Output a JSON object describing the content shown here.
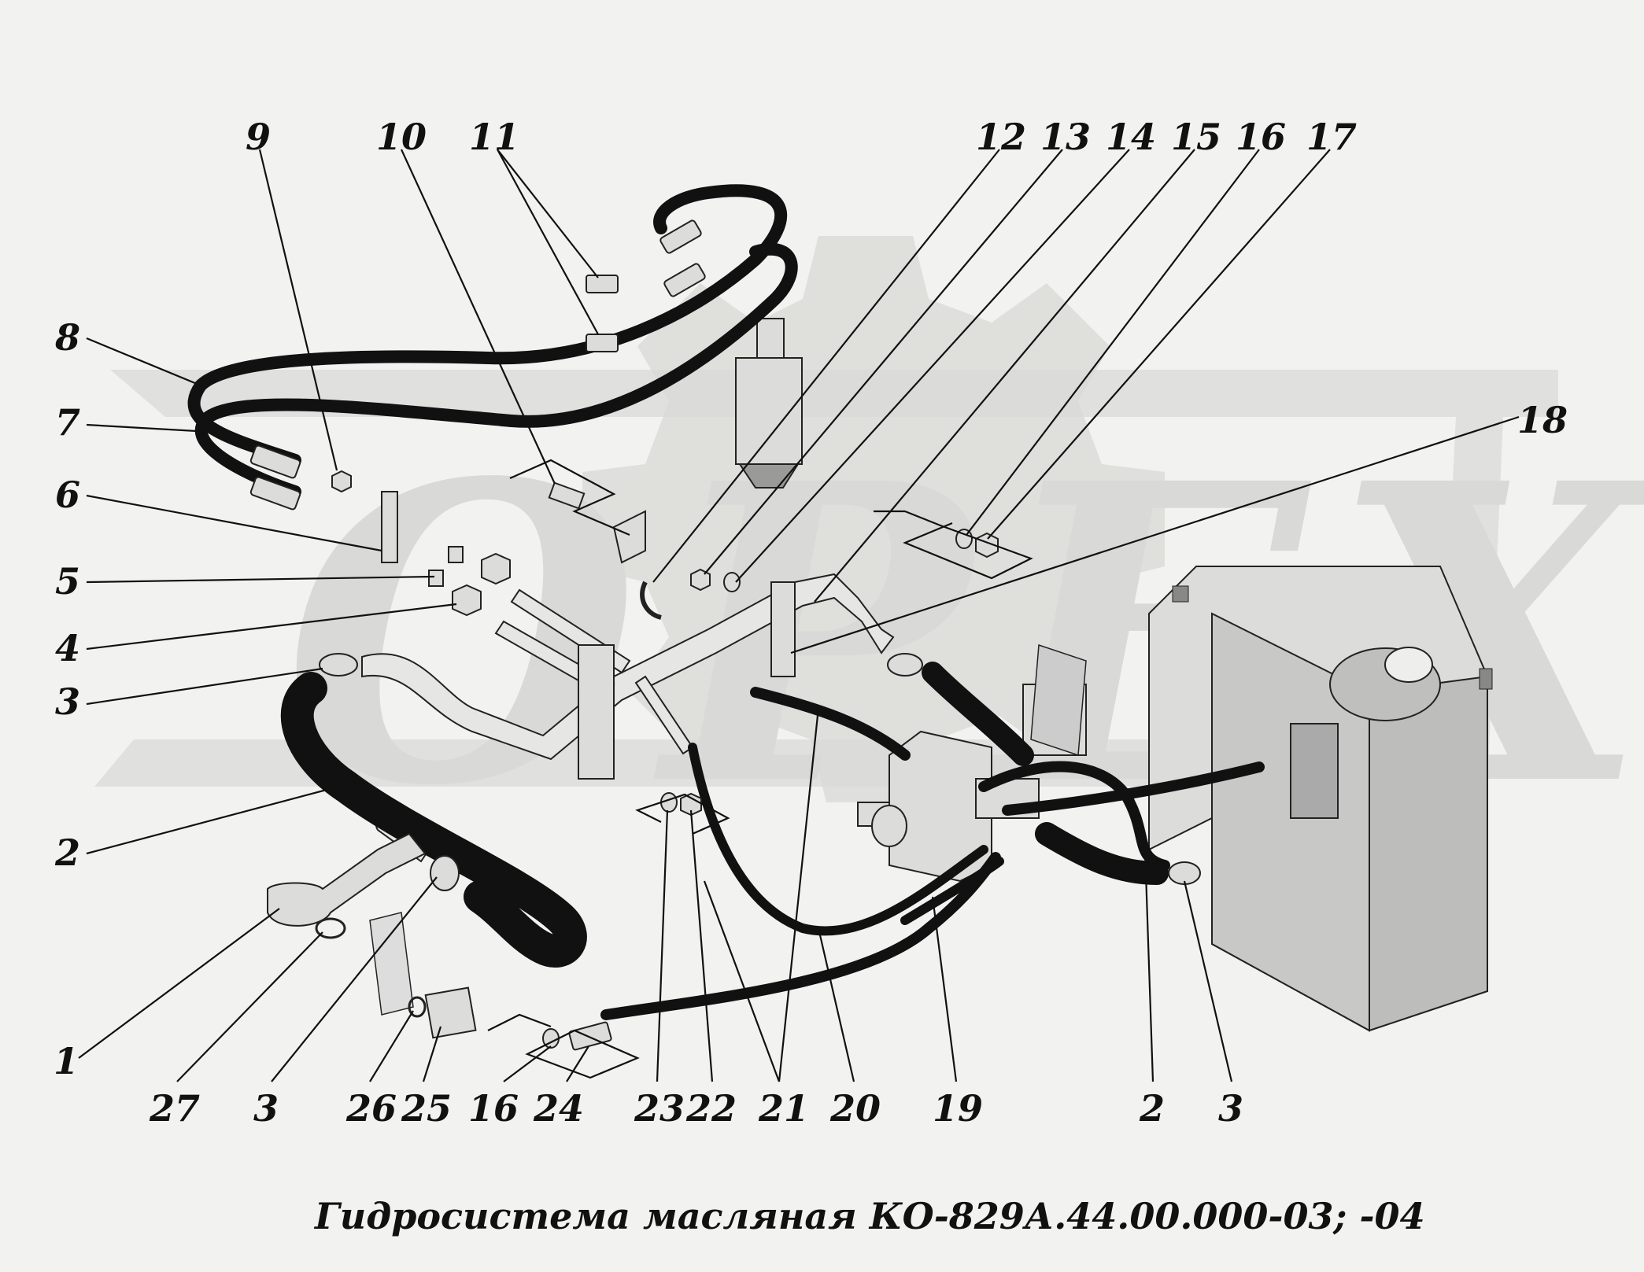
{
  "title": "Гидросистема масляная КО-829А.44.00.000-03; -04",
  "watermark": {
    "text": "OPEX",
    "color": "#d9d9d7"
  },
  "colors": {
    "background": "#f2f2f0",
    "ink": "#111111"
  },
  "callouts": [
    {
      "id": "c9",
      "label": "9"
    },
    {
      "id": "c10",
      "label": "10"
    },
    {
      "id": "c11",
      "label": "11"
    },
    {
      "id": "c12",
      "label": "12"
    },
    {
      "id": "c13",
      "label": "13"
    },
    {
      "id": "c14",
      "label": "14"
    },
    {
      "id": "c15",
      "label": "15"
    },
    {
      "id": "c16t",
      "label": "16"
    },
    {
      "id": "c17",
      "label": "17"
    },
    {
      "id": "c18",
      "label": "18"
    },
    {
      "id": "c8",
      "label": "8"
    },
    {
      "id": "c7",
      "label": "7"
    },
    {
      "id": "c6",
      "label": "6"
    },
    {
      "id": "c5",
      "label": "5"
    },
    {
      "id": "c4",
      "label": "4"
    },
    {
      "id": "c3l",
      "label": "3"
    },
    {
      "id": "c2l",
      "label": "2"
    },
    {
      "id": "c1",
      "label": "1"
    },
    {
      "id": "c27",
      "label": "27"
    },
    {
      "id": "c3b",
      "label": "3"
    },
    {
      "id": "c26",
      "label": "26"
    },
    {
      "id": "c25",
      "label": "25"
    },
    {
      "id": "c16b",
      "label": "16"
    },
    {
      "id": "c24",
      "label": "24"
    },
    {
      "id": "c23",
      "label": "23"
    },
    {
      "id": "c22",
      "label": "22"
    },
    {
      "id": "c21",
      "label": "21"
    },
    {
      "id": "c20",
      "label": "20"
    },
    {
      "id": "c19",
      "label": "19"
    },
    {
      "id": "c2r",
      "label": "2"
    },
    {
      "id": "c3r",
      "label": "3"
    }
  ]
}
